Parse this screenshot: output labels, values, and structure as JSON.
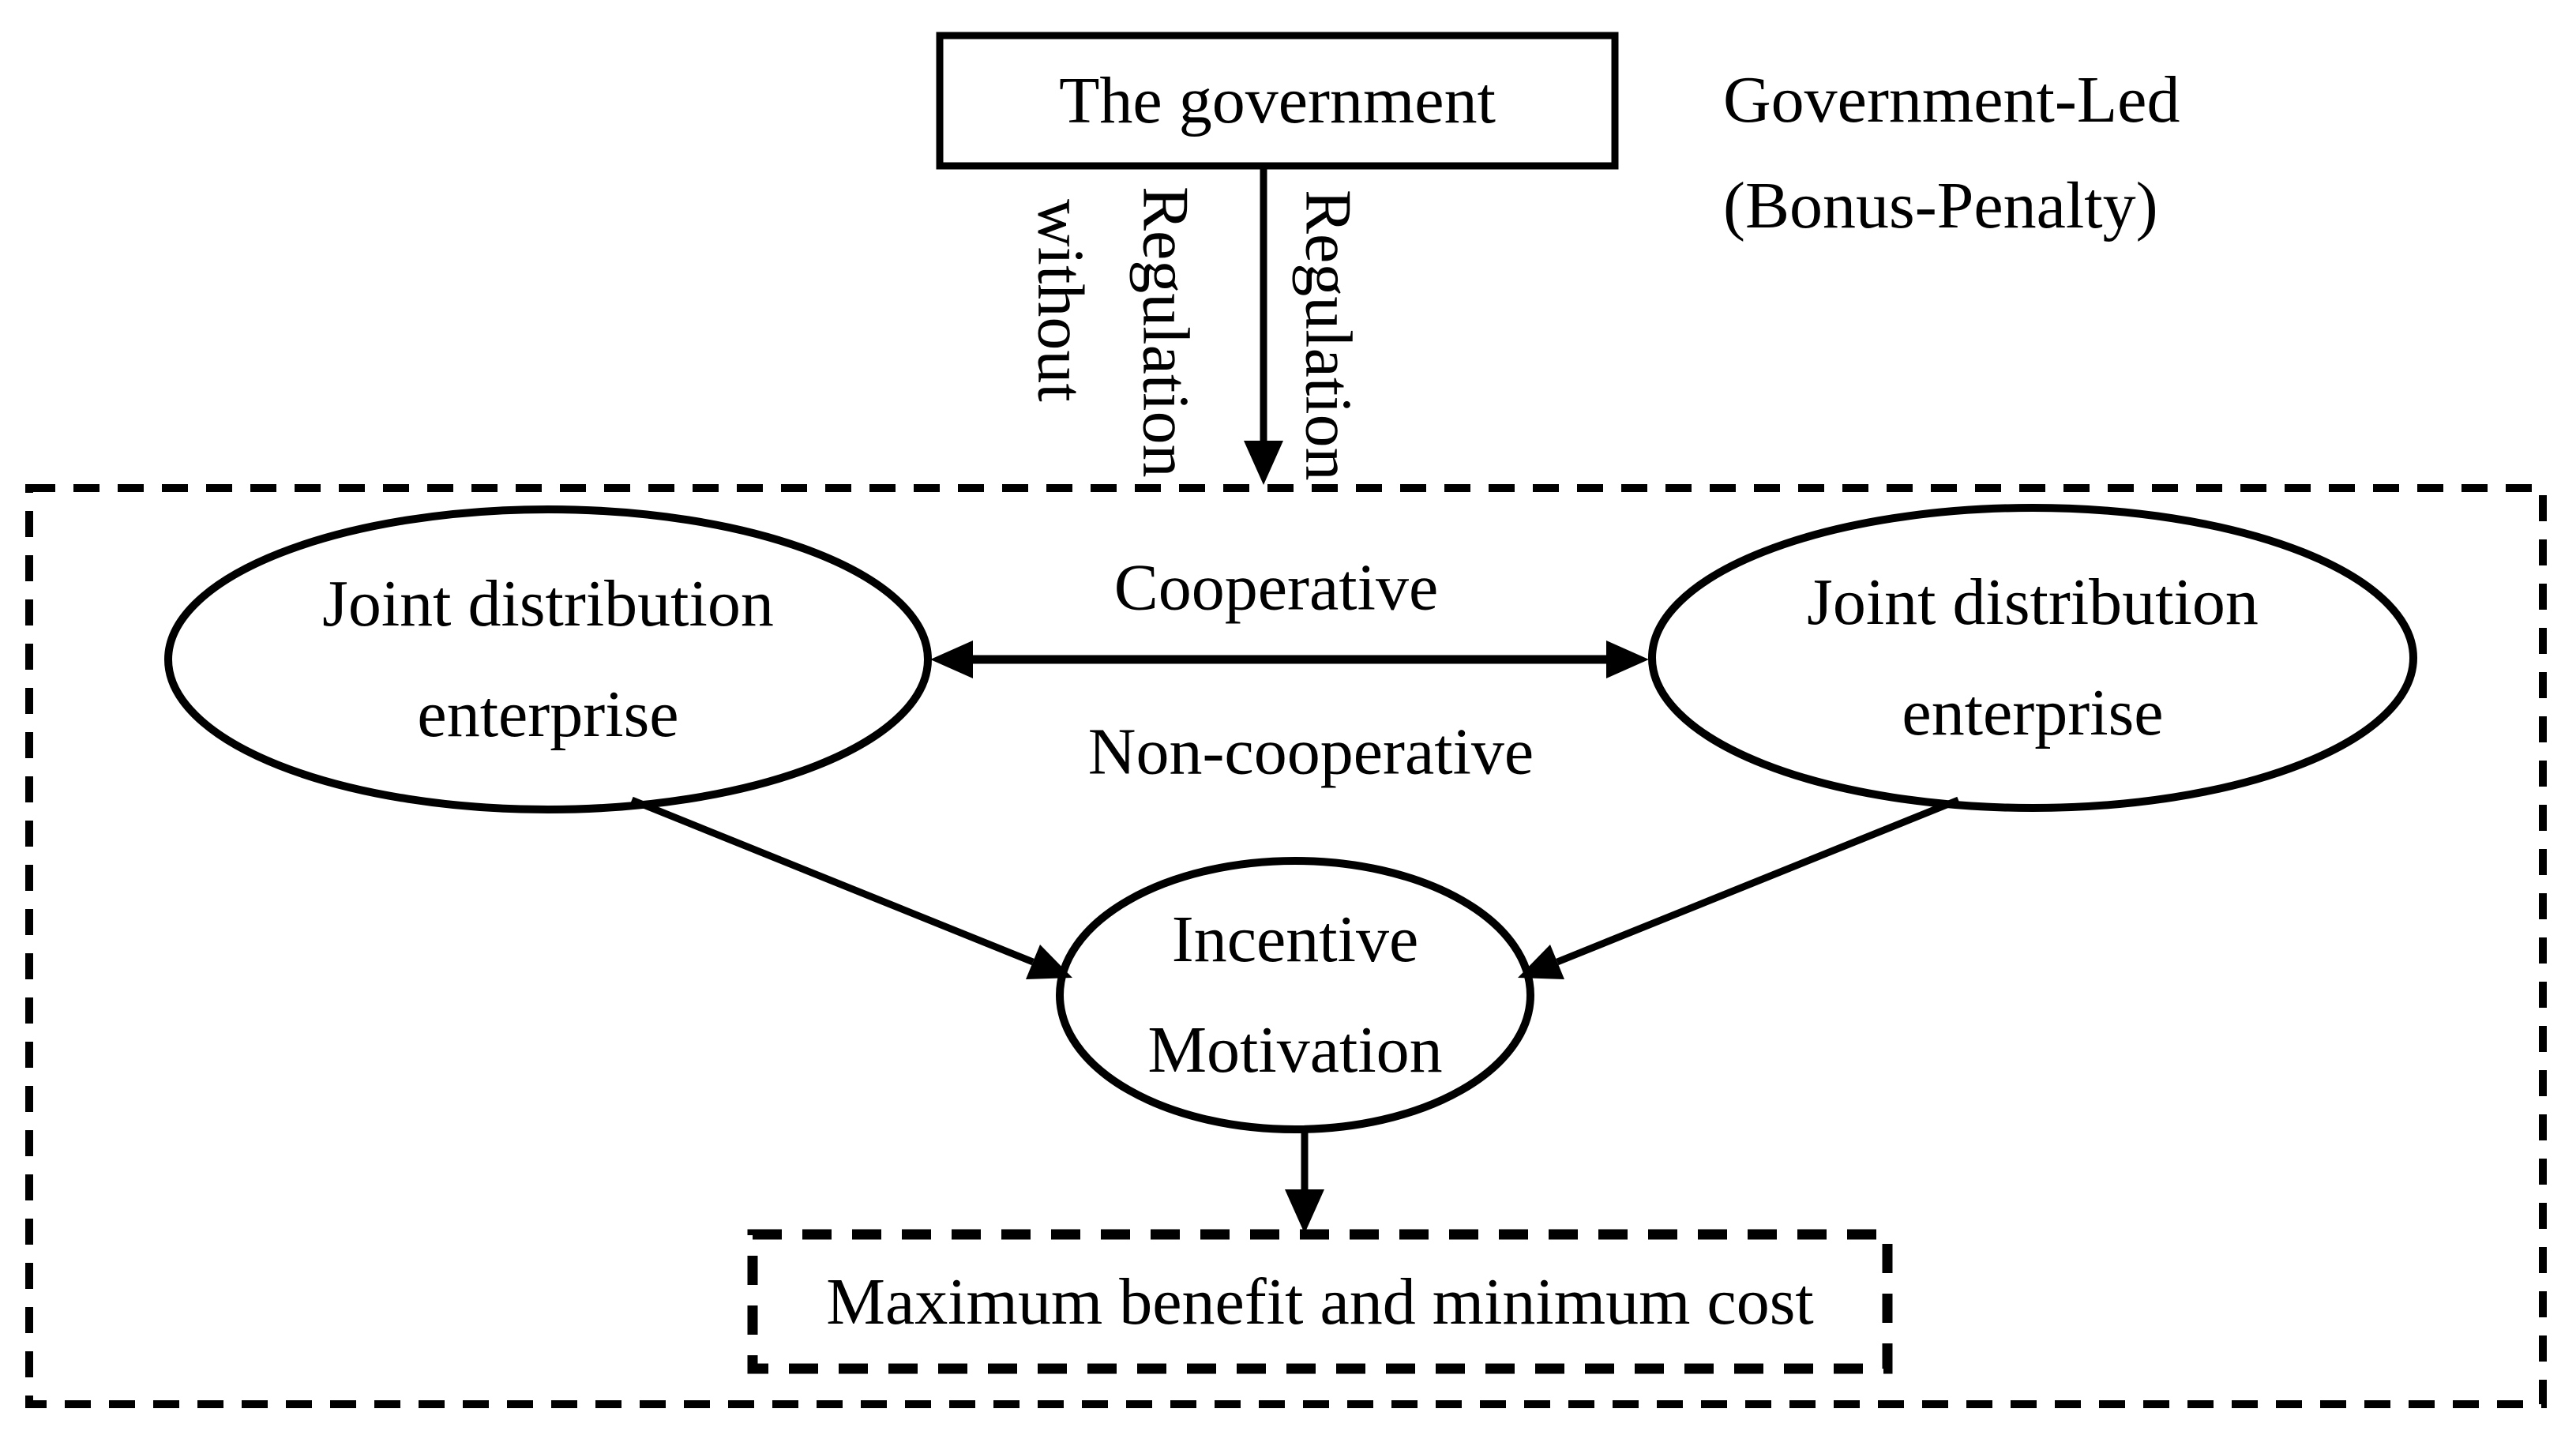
{
  "title": "Government-led joint distribution game diagram",
  "colors": {
    "ink": "#000000",
    "background": "#ffffff"
  },
  "government_box": {
    "label": "The government"
  },
  "side_note": {
    "line1": "Government-Led",
    "line2": "(Bonus-Penalty)"
  },
  "regulation_arrow": {
    "without_word": "without",
    "without_regulation_word": "Regulation",
    "with_regulation_word": "Regulation"
  },
  "left_enterprise": {
    "line1": "Joint distribution",
    "line2": "enterprise"
  },
  "right_enterprise": {
    "line1": "Joint distribution",
    "line2": "enterprise"
  },
  "game_modes": {
    "cooperative": "Cooperative",
    "non_cooperative": "Non-cooperative"
  },
  "incentive": {
    "line1": "Incentive",
    "line2": "Motivation"
  },
  "outcome_box": {
    "label": "Maximum benefit and minimum cost"
  }
}
